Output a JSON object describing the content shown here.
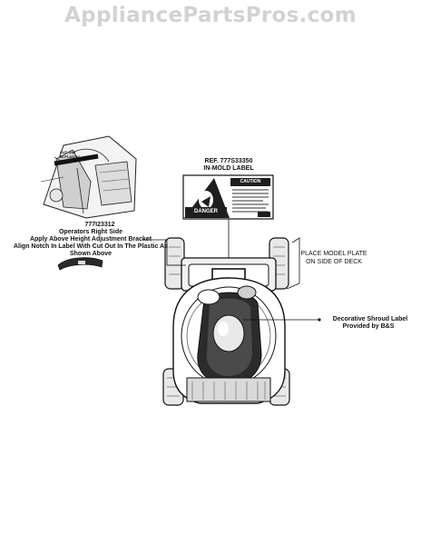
{
  "watermark": "AppliancePartsPros.com",
  "callouts": {
    "bracket_label": {
      "part_number": "777I23312",
      "line1": "Operators Right Side",
      "line2": "Apply Above Height Adjustment Bracket",
      "line3": "Align Notch In Label With Cut Out In The Plastic As",
      "line4": "Shown Above"
    },
    "inmold_label": {
      "ref": "REF. 777S33350",
      "name": "IN-MOLD LABEL"
    },
    "model_plate": {
      "line1": "PLACE MODEL PLATE",
      "line2": "ON SIDE OF DECK"
    },
    "shroud_label": {
      "line1": "Decorative Shroud Label",
      "line2": "Provided by B&S"
    }
  },
  "inset_tags": {
    "cut_out": "CUT OUT",
    "in_plastic": "IN PLASTIC"
  },
  "decal_text": {
    "danger": "DANGER",
    "caution": "CAUTION"
  }
}
